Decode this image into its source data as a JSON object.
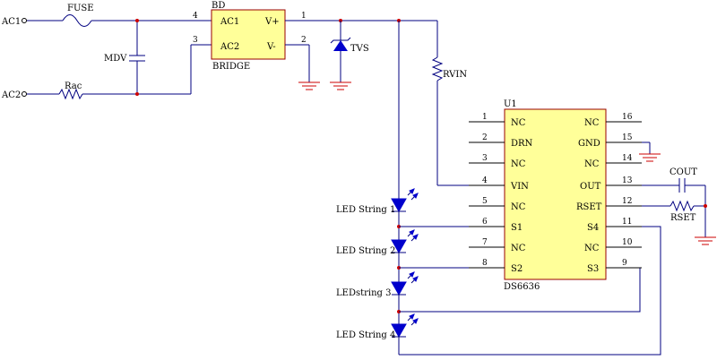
{
  "inputs": {
    "ac1": "AC1",
    "ac2": "AC2"
  },
  "components": {
    "fuse": "FUSE",
    "mdv": "MDV",
    "rac": "Rac",
    "bridge_ref": "BD",
    "bridge_name": "BRIDGE",
    "bridge_pins": {
      "ac1": "AC1",
      "ac2": "AC2",
      "vplus": "V+",
      "vminus": "V-"
    },
    "bridge_pin_numbers": {
      "ac1": "4",
      "ac2": "3",
      "vplus": "1",
      "vminus": "2"
    },
    "tvs": "TVS",
    "rvin": "RVIN",
    "cout": "COUT",
    "rset": "RSET"
  },
  "ic": {
    "ref": "U1",
    "part": "DS6636",
    "left_pins": [
      {
        "num": "1",
        "name": "NC"
      },
      {
        "num": "2",
        "name": "DRN"
      },
      {
        "num": "3",
        "name": "NC"
      },
      {
        "num": "4",
        "name": "VIN"
      },
      {
        "num": "5",
        "name": "NC"
      },
      {
        "num": "6",
        "name": "S1"
      },
      {
        "num": "7",
        "name": "NC"
      },
      {
        "num": "8",
        "name": "S2"
      }
    ],
    "right_pins": [
      {
        "num": "16",
        "name": "NC"
      },
      {
        "num": "15",
        "name": "GND"
      },
      {
        "num": "14",
        "name": "NC"
      },
      {
        "num": "13",
        "name": "OUT"
      },
      {
        "num": "12",
        "name": "RSET"
      },
      {
        "num": "11",
        "name": "S4"
      },
      {
        "num": "10",
        "name": "NC"
      },
      {
        "num": "9",
        "name": "S3"
      }
    ]
  },
  "led_strings": [
    "LED String 1",
    "LED String 2",
    "LEDstring 3",
    "LED String 4"
  ],
  "colors": {
    "wire": "#000080",
    "ground": "#cc0000",
    "body": "#ffff99",
    "led": "#0000cc",
    "junction": "#cc0000"
  }
}
